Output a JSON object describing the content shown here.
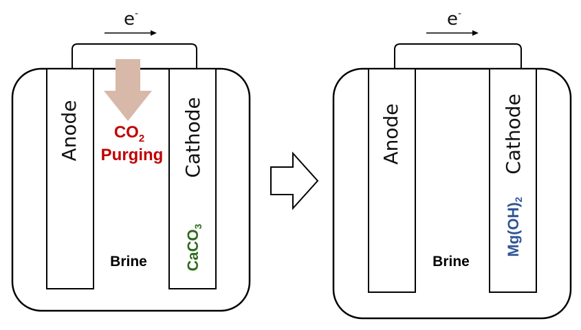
{
  "left_cell": {
    "electron_label": "e",
    "electron_sup": "-",
    "anode_label": "Anode",
    "cathode_label": "Cathode",
    "purging_label_line1": "CO",
    "purging_label_sub": "2",
    "purging_label_line2": "Purging",
    "precipitate_main": "CaCO",
    "precipitate_sub": "3",
    "electrolyte_label": "Brine"
  },
  "right_cell": {
    "electron_label": "e",
    "electron_sup": "-",
    "anode_label": "Anode",
    "cathode_label": "Cathode",
    "precipitate_main": "Mg(OH)",
    "precipitate_sub": "2",
    "electrolyte_label": "Brine"
  },
  "colors": {
    "purging_text": "#c00000",
    "purging_arrow": "#d8b8a8",
    "caco3_text": "#2e6b1f",
    "mgoh2_text": "#2f5597",
    "outline": "#000000"
  }
}
